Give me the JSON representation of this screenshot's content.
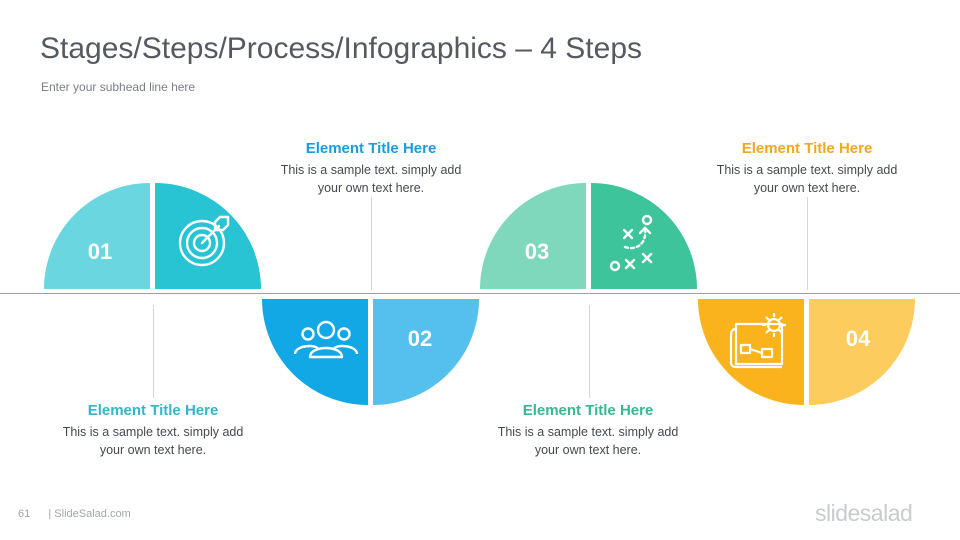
{
  "title": "Stages/Steps/Process/Infographics – 4 Steps",
  "subhead": "Enter your subhead  line here",
  "steps": [
    {
      "number": "01",
      "title": "Element Title Here",
      "text": "This is a sample text. simply add your own text here.",
      "color_light": "#6ad6e0",
      "color_dark": "#29c4d4",
      "icon": "target-icon"
    },
    {
      "number": "02",
      "title": "Element Title Here",
      "text": "This is a sample text. simply add your own text here.",
      "color_light": "#55c0ee",
      "color_dark": "#12a8e6",
      "icon": "team-icon"
    },
    {
      "number": "03",
      "title": "Element Title Here",
      "text": "This is a sample text. simply add your own text here.",
      "color_light": "#7fd8bb",
      "color_dark": "#3ec49a",
      "icon": "strategy-icon"
    },
    {
      "number": "04",
      "title": "Element Title Here",
      "text": "This is a sample text. simply add your own text here.",
      "color_light": "#fdcc5e",
      "color_dark": "#fbb31d",
      "icon": "blueprint-gear-icon"
    }
  ],
  "title_colors": [
    "#33b6c9",
    "#1a9de0",
    "#36b98f",
    "#f5a81c"
  ],
  "footer": {
    "page": "61",
    "source": "| SlideSalad.com"
  },
  "logo": "slidesalad"
}
